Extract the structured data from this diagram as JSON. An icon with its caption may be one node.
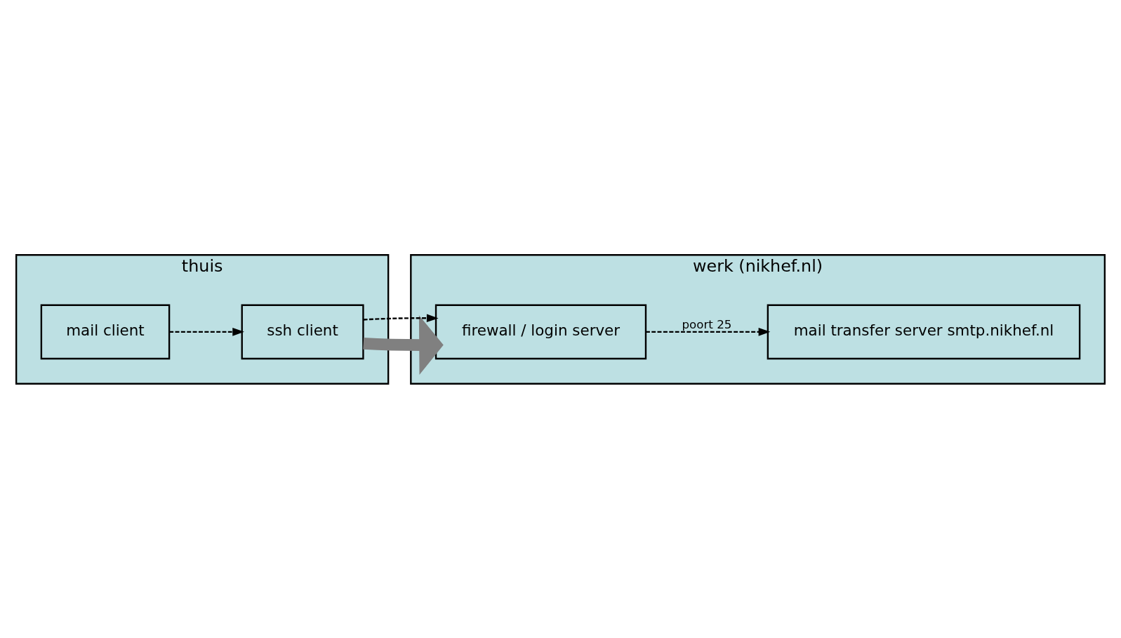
{
  "diagram": {
    "nodes": [
      {
        "text": [
          "thuis"
        ]
      },
      {
        "text": [
          "mail client"
        ],
        "in": 0
      },
      {
        "text": [
          "ssh client"
        ],
        "in": 0
      },
      {
        "text": [
          "werk (nikhef.nl)"
        ]
      },
      {
        "text": [
          "mail transfer server smtp.nikhef.nl"
        ],
        "in": 3
      },
      {
        "text": [
          "firewall / login server"
        ],
        "in": 3
      }
    ],
    "edges": [
      {
        "from": 1,
        "to": 2,
        "arrow": "to",
        "style": "dashed"
      },
      {
        "from": 2,
        "to": 5,
        "arrow": "to",
        "style": "thick",
        "color": "#808080"
      },
      {
        "from": 2,
        "to": 5,
        "arrow": "to",
        "style": "dashed"
      },
      {
        "from": 5,
        "to": 4,
        "arrow": "to",
        "style": "dashed",
        "label": "poort 25"
      }
    ]
  }
}
